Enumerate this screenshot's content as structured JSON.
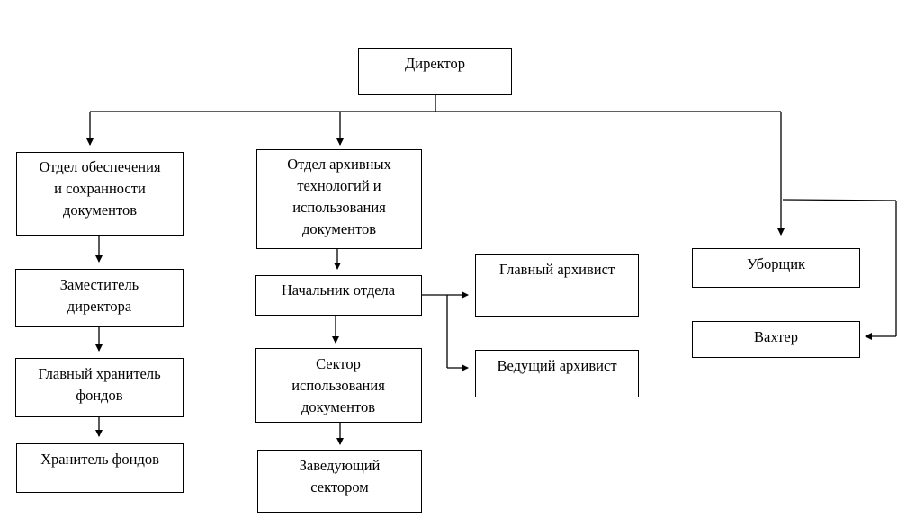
{
  "nodes": {
    "director": "Директор",
    "dept_doc_safety": "Отдел обеспечения\nи сохранности\nдокументов",
    "deputy_director": "Заместитель\nдиректора",
    "chief_keeper": "Главный хранитель\nфондов",
    "keeper": "Хранитель фондов",
    "dept_archive_tech": "Отдел архивных\nтехнологий и\nиспользования\nдокументов",
    "dept_head": "Начальник отдела",
    "usage_sector": "Сектор\nиспользования\nдокументов",
    "sector_head": "Заведующий\nсектором",
    "chief_archivist": "Главный архивист",
    "lead_archivist": "Ведущий архивист",
    "cleaner": "Уборщик",
    "watchman": "Вахтер"
  }
}
